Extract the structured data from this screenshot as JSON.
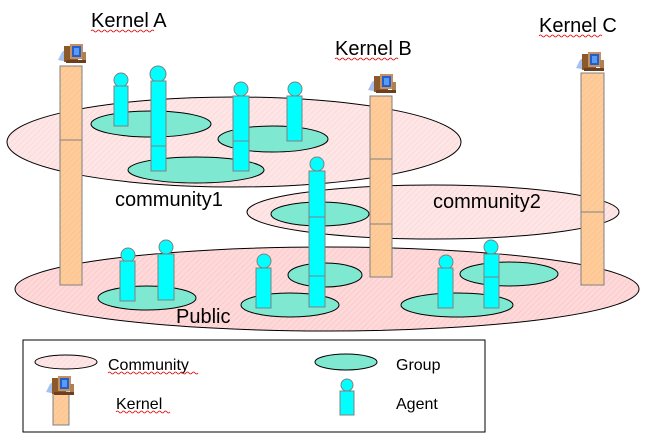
{
  "diagram": {
    "kernels": [
      {
        "id": "A",
        "label": "Kernel A"
      },
      {
        "id": "B",
        "label": "Kernel B"
      },
      {
        "id": "C",
        "label": "Kernel C"
      }
    ],
    "communities": [
      {
        "id": "community1",
        "label": "community1"
      },
      {
        "id": "community2",
        "label": "community2"
      },
      {
        "id": "public",
        "label": "Public"
      }
    ]
  },
  "legend": {
    "community": "Community",
    "group": "Group",
    "kernel": "Kernel",
    "agent": "Agent"
  },
  "colors": {
    "community_fill": "#ffd6d6",
    "community_light_fill": "#ffe4e4",
    "group_fill": "#7fe8d0",
    "agent_fill": "#00ffff",
    "kernel_fill": "#ffcc99",
    "outline": "#808080"
  }
}
